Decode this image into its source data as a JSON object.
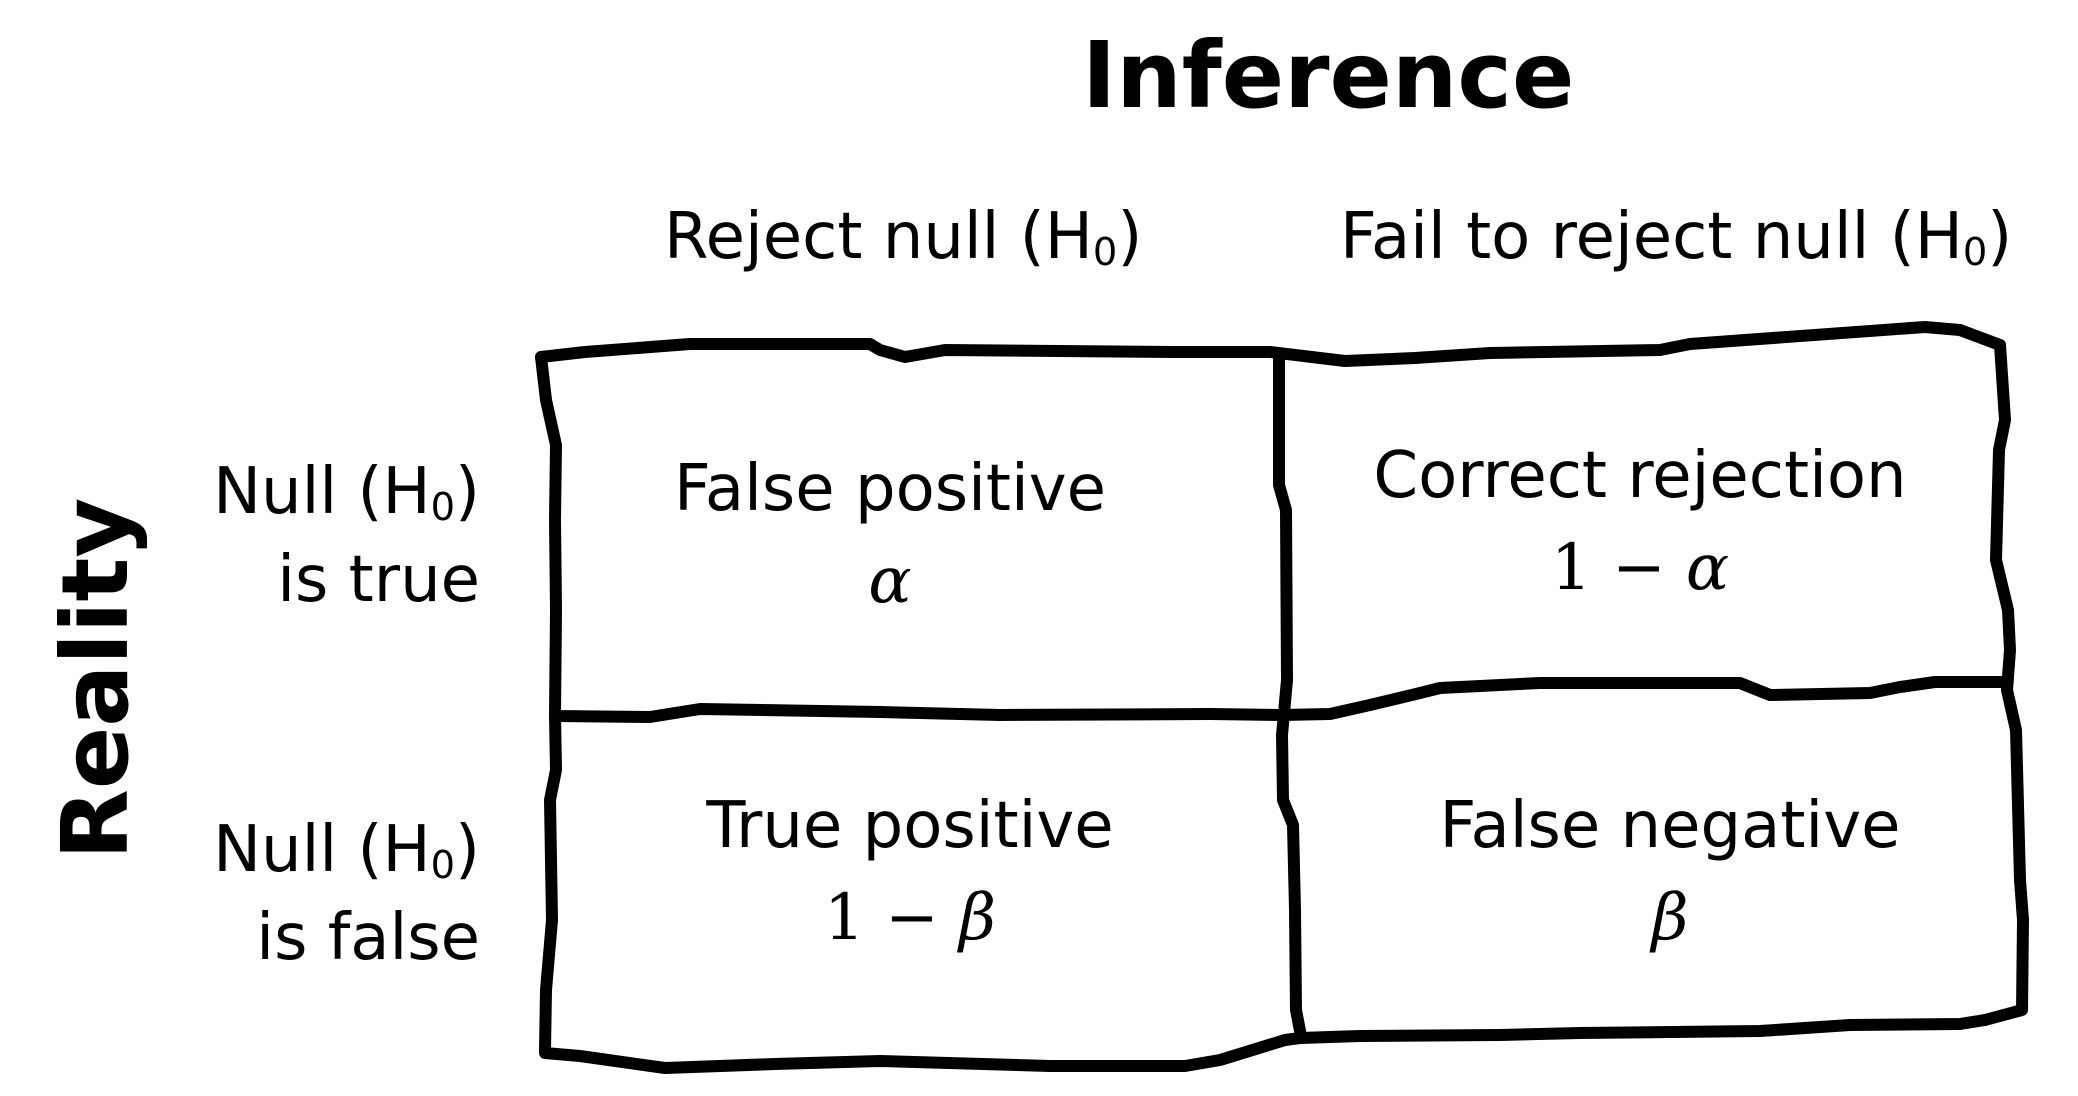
{
  "title": "Inference",
  "side_title": "Reality",
  "columns": [
    {
      "label": "Reject null (H",
      "sub": "0",
      "close": ")"
    },
    {
      "label": "Fail to reject null (H",
      "sub": "0",
      "close": ")"
    }
  ],
  "rows": [
    {
      "line1": "Null (H",
      "sub": "0",
      "close": ")",
      "line2": "is true"
    },
    {
      "line1": "Null (H",
      "sub": "0",
      "close": ")",
      "line2": "is false"
    }
  ],
  "cells": [
    {
      "name": "False positive",
      "value_num": "",
      "value_op": "",
      "value_sym": "α"
    },
    {
      "name": "Correct rejection",
      "value_num": "1",
      "value_op": " − ",
      "value_sym": "α"
    },
    {
      "name": "True positive",
      "value_num": "1",
      "value_op": " − ",
      "value_sym": "β"
    },
    {
      "name": "False negative",
      "value_num": "",
      "value_op": "",
      "value_sym": "β"
    }
  ],
  "colors": {
    "stroke": "#000000",
    "text": "#000000",
    "background": "#ffffff"
  }
}
